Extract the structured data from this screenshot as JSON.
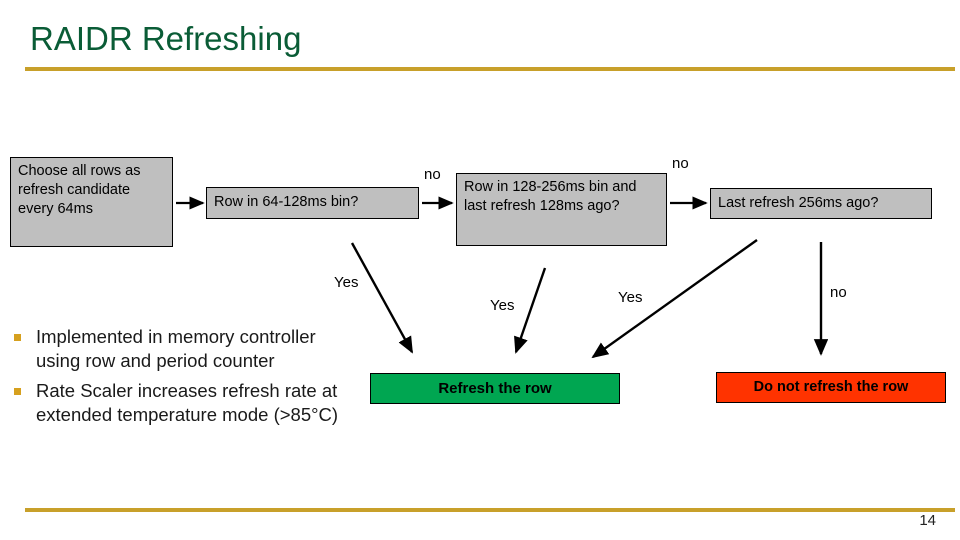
{
  "slide": {
    "title": "RAIDR Refreshing",
    "page_number": "14",
    "accent_rule_color": "#c8a02a",
    "title_color": "#0a5c36"
  },
  "flowchart": {
    "boxes": [
      {
        "id": "choose",
        "label": "Choose all rows as refresh candidate every 64ms",
        "fill": "#bfbfbf"
      },
      {
        "id": "bin64",
        "label": "Row in 64-128ms bin?",
        "fill": "#bfbfbf"
      },
      {
        "id": "bin128",
        "label": "Row in 128-256ms bin and last refresh 128ms ago?",
        "fill": "#bfbfbf"
      },
      {
        "id": "last256",
        "label": "Last refresh 256ms ago?",
        "fill": "#bfbfbf"
      },
      {
        "id": "refresh",
        "label": "Refresh the row",
        "fill": "#00a651"
      },
      {
        "id": "norefresh",
        "label": "Do not refresh the row",
        "fill": "#ff3300"
      }
    ],
    "edge_labels": {
      "no_1": "no",
      "no_2": "no",
      "no_3": "no",
      "yes_1": "Yes",
      "yes_2": "Yes",
      "yes_3": "Yes"
    }
  },
  "bullets": [
    {
      "text": "Implemented in memory controller using row and period counter"
    },
    {
      "text": "Rate Scaler increases refresh rate at extended temperature mode (>85°C)"
    }
  ]
}
